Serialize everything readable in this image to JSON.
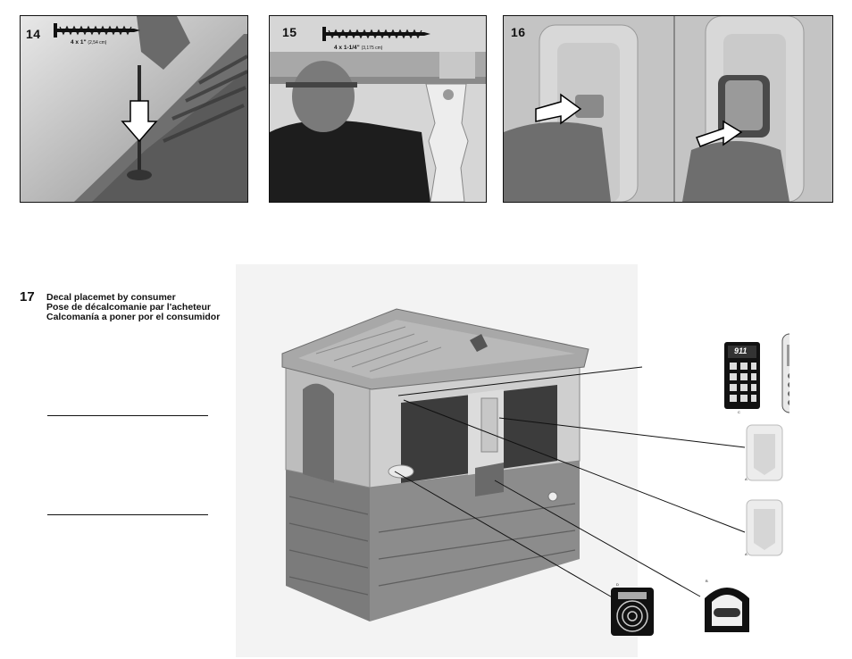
{
  "steps": {
    "s14": {
      "number": "14",
      "screw_label": "4 x 1\"",
      "screw_metric": "(2,54 cm)"
    },
    "s15": {
      "number": "15",
      "screw_label": "4 x 1-1/4\"",
      "screw_metric": "(3,175 cm)"
    },
    "s16": {
      "number": "16"
    },
    "s17": {
      "number": "17",
      "decal_lines": [
        "Decal placemet by consumer",
        "Pose de décalcomanie par l'acheteur",
        "Calcomanía a poner por el consumidor"
      ],
      "keypad_text": "911",
      "decal_code_c": "C",
      "decal_code_a1": "A",
      "decal_code_a2": "A",
      "decal_code_d": "D",
      "decal_code_b": "B"
    }
  },
  "colors": {
    "border": "#111111",
    "photo_gray": "#9a9a9a",
    "house_gray": "#b9b9b9"
  }
}
